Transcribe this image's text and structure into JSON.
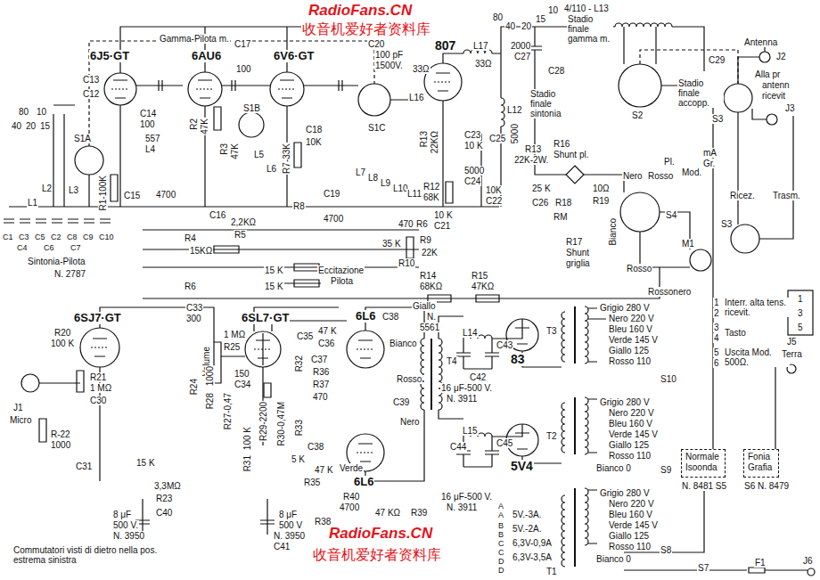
{
  "diagram": {
    "nodes": [
      {
        "text": [
          "Normale",
          "Isoonda"
        ]
      },
      {
        "text": [
          "Fonia",
          "Grafia"
        ]
      }
    ],
    "labels": [
      "RadioFans.CN",
      "收音机爱好者资料库",
      "Gamma-Pilota m.",
      "6J5·GT",
      "6AU6",
      "6V6·GT",
      "C17",
      "100",
      "C20",
      "100 pF",
      "1500V.",
      "807",
      "L17",
      "33Ω",
      "33Ω",
      "L16",
      "80",
      "40",
      "20",
      "15",
      "10",
      "4/110 - L13",
      "Stadio finale gamma m.",
      "2000",
      "C27",
      "L12",
      "C28",
      "Stadio finale sintonia",
      "C29",
      "Stadio finale accopp.",
      "S2",
      "Antenna",
      "J2",
      "Alla pr",
      "antenn",
      "ricevit",
      "J3",
      "C13",
      "C12",
      "C14",
      "100",
      "S1A",
      "R1-100K",
      "557",
      "L4",
      "C15",
      "4700",
      "R2",
      "47K",
      "C16",
      "R3",
      "47K",
      "L5",
      "L6",
      "S1B",
      "R7-33K",
      "C18",
      "10K",
      "S1C",
      "L7",
      "L8",
      "L9",
      "L10",
      "L11",
      "C19",
      "4700",
      "R8",
      "470",
      "2,2KΩ",
      "R5",
      "R4",
      "15KΩ",
      "L1",
      "L2",
      "L3",
      "C1",
      "C2",
      "C3",
      "C4",
      "C5",
      "C6",
      "C7",
      "C8",
      "C9",
      "C10",
      "Sintonia-Pilota",
      "N. 2787",
      "80",
      "40",
      "20",
      "15",
      "10",
      "R13",
      "22KΩ",
      "C23",
      "10 K",
      "5000",
      "C24",
      "C25",
      "5000",
      "R12",
      "68K",
      "10K",
      "C22",
      "10 K",
      "C21",
      "R9",
      "22K",
      "35 K",
      "R10",
      "R6",
      "Eccitazione",
      "Pilota",
      "R6",
      "15 K",
      "15 K",
      "R13",
      "22K-2W.",
      "R16",
      "Shunt pl.",
      "25 K",
      "C26",
      "R18",
      "RM",
      "10Ω",
      "R19",
      "Nero",
      "Rosso",
      "R17",
      "Shunt",
      "griglia",
      "Bianco",
      "Rosso",
      "S4",
      "M1",
      "Pl.",
      "Mod.",
      "mA",
      "Gr.",
      "Ricez.",
      "Trasm.",
      "S3",
      "S3",
      "R14",
      "68KΩ",
      "R15",
      "47KΩ",
      "Giallo",
      "Rossonero",
      "6SJ7·GT",
      "C33",
      "300",
      "6SL7·GT",
      "R20",
      "100 K",
      "Volume",
      "1 MΩ",
      "R25",
      "C34",
      "150",
      "C35",
      "47 K",
      "C36",
      "6L6",
      "6L6",
      "J1",
      "Micro",
      "R21",
      "1 MΩ",
      "C30",
      "R-22",
      "1000",
      "C31",
      "15 K",
      "3,3MΩ",
      "R23",
      "8 μF",
      "500 V.",
      "N. 3950",
      "C40",
      "R24",
      "1000",
      "R28",
      "R27-0,47",
      "100 K",
      "R31",
      "R29-2200",
      "R30-0,47M",
      "C37",
      "R36",
      "R37",
      "470",
      "R32",
      "R33",
      "5 K",
      "C38",
      "47 K",
      "R35",
      "R38",
      "8 μF",
      "500 V",
      "N. 3950",
      "C41",
      "R40",
      "4700",
      "47 KΩ",
      "R39",
      "N.",
      "5561",
      "T4",
      "Bianco",
      "Rosso",
      "Nero",
      "Verde",
      "C38",
      "C39",
      "C42",
      "L14",
      "C43",
      "16 μF-500 V.",
      "N. 3911",
      "83",
      "T3",
      "Grigio 280 V",
      "Nero 220 V",
      "Bleu 160 V",
      "Verde 145 V",
      "Giallo 125",
      "Rosso 110",
      "S10",
      "L15",
      "C44",
      "C45",
      "5V4",
      "T2",
      "16 μF-500 V.",
      "N. 3911",
      "Grigio 280 V",
      "Nero 220 V",
      "Bleu 160 V",
      "Verde 145 V",
      "Giallo 125",
      "Rosso 110",
      "S9",
      "Bianco 0",
      "Grigio 280 V",
      "Nero 220 V",
      "Bleu 160 V",
      "Verde 145 V",
      "Giallo 125",
      "Rosso 110",
      "S8",
      "Bianco 0",
      "T1",
      "5V.-3A.",
      "5V.-2A.",
      "6,3V-0,9A",
      "6,3V-3,5A",
      "A",
      "A",
      "B",
      "B",
      "C",
      "C",
      "D",
      "D",
      "1",
      "2",
      "Interr. alta tens. ricevit.",
      "3",
      "4",
      "Tasto",
      "5",
      "6",
      "Uscita Mod. 500Ω.",
      "1",
      "3",
      "5",
      "J5",
      "Terra",
      "N. 8481 S5",
      "S6 N. 8479",
      "F1",
      "S7",
      "J6",
      "Commutatori visti di dietro nella pos. estrema sinistra",
      "RadioFans.CN",
      "收音机爱好者资料库"
    ]
  }
}
